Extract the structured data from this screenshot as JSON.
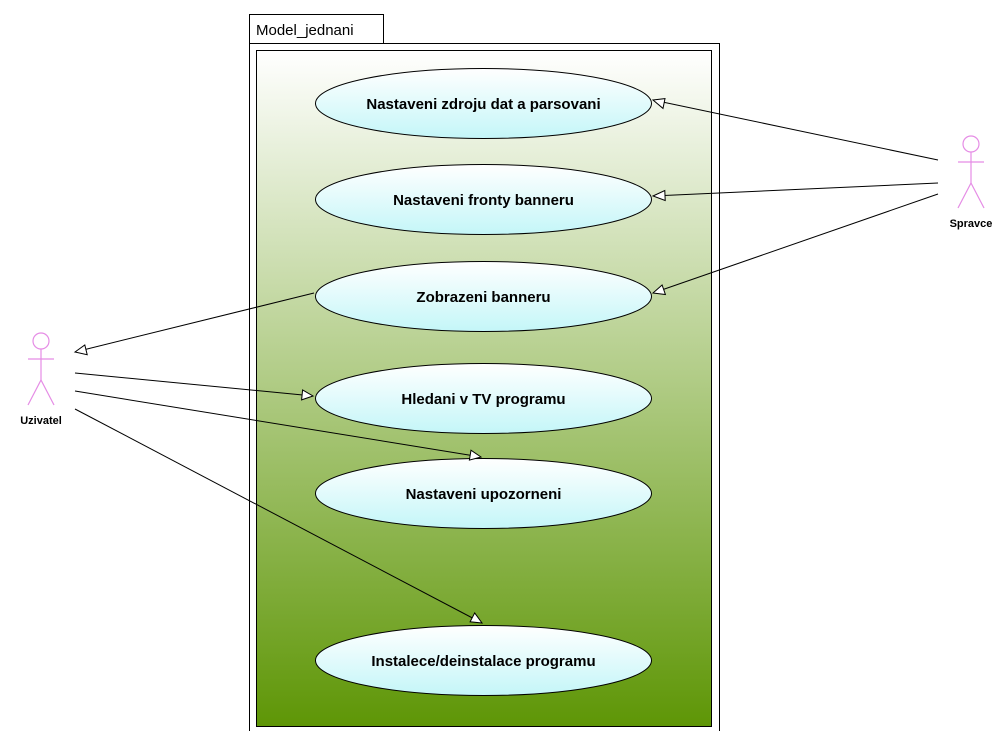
{
  "package": {
    "name": "Model_jednani"
  },
  "colors": {
    "gradient_top": "#ffffff",
    "gradient_bottom": "#5e9606",
    "usecase_fill_top": "#ffffff",
    "usecase_fill_bottom": "#c4f6f8",
    "actor_stroke": "#e58ce5",
    "line": "#000000"
  },
  "actors": {
    "spravce": {
      "label": "Spravce",
      "icon": "stick-figure-icon"
    },
    "uzivatel": {
      "label": "Uzivatel",
      "icon": "stick-figure-icon"
    }
  },
  "use_cases": [
    {
      "id": "uc1",
      "label": "Nastaveni zdroju dat a parsovani"
    },
    {
      "id": "uc2",
      "label": "Nastaveni fronty banneru"
    },
    {
      "id": "uc3",
      "label": "Zobrazeni banneru"
    },
    {
      "id": "uc4",
      "label": "Hledani v TV programu"
    },
    {
      "id": "uc5",
      "label": "Nastaveni upozorneni"
    },
    {
      "id": "uc6",
      "label": "Instalece/deinstalace programu"
    }
  ],
  "associations": [
    {
      "from": "spravce",
      "to": "uc1"
    },
    {
      "from": "spravce",
      "to": "uc2"
    },
    {
      "from": "spravce",
      "to": "uc3"
    },
    {
      "from": "uc3",
      "to": "uzivatel"
    },
    {
      "from": "uzivatel",
      "to": "uc4"
    },
    {
      "from": "uzivatel",
      "to": "uc5"
    },
    {
      "from": "uzivatel",
      "to": "uc6"
    }
  ]
}
